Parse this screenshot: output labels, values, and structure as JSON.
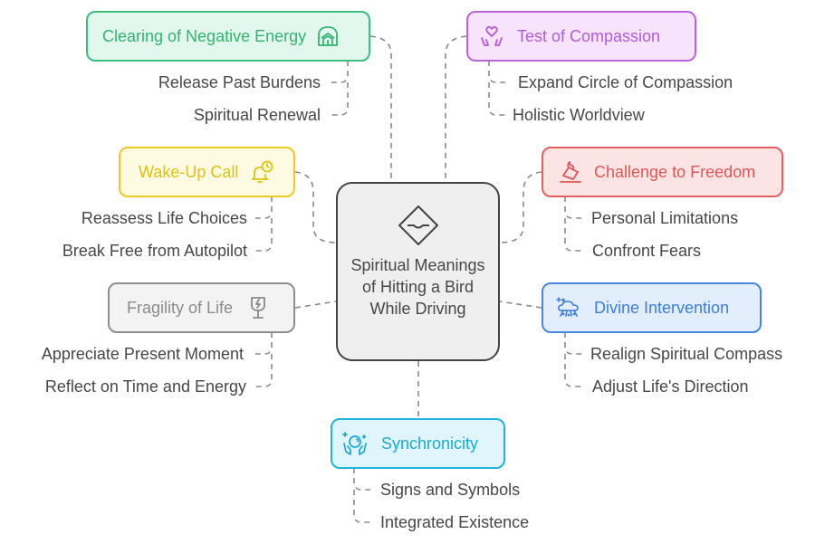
{
  "center": {
    "title": "Spiritual Meanings of Hitting a Bird While Driving",
    "icon": "road-sign-diamond-icon"
  },
  "branches": [
    {
      "id": "clearing",
      "label": "Clearing of Negative Energy",
      "icon": "shield-helmet-icon",
      "colors": {
        "border": "#3cbf7c",
        "fill": "#e2f8ee",
        "text": "#34b470"
      },
      "children": [
        "Release Past Burdens",
        "Spiritual Renewal"
      ]
    },
    {
      "id": "compassion",
      "label": "Test of Compassion",
      "icon": "heart-hands-icon",
      "colors": {
        "border": "#b865dc",
        "fill": "#f7e3fc",
        "text": "#b25bd8"
      },
      "children": [
        "Expand Circle of Compassion",
        "Holistic Worldview"
      ]
    },
    {
      "id": "wakeup",
      "label": "Wake-Up Call",
      "icon": "bell-clock-icon",
      "colors": {
        "border": "#e8cc1e",
        "fill": "#fefbe2",
        "text": "#e0c210"
      },
      "children": [
        "Reassess Life Choices",
        "Break Free from Autopilot"
      ]
    },
    {
      "id": "freedom",
      "label": "Challenge to Freedom",
      "icon": "burning-paper-icon",
      "colors": {
        "border": "#e26060",
        "fill": "#fde4e4",
        "text": "#df5656"
      },
      "children": [
        "Personal Limitations",
        "Confront Fears"
      ]
    },
    {
      "id": "fragility",
      "label": "Fragility of Life",
      "icon": "fragile-glass-icon",
      "colors": {
        "border": "#8f8f8f",
        "fill": "#f3f3f3",
        "text": "#8a8a8a"
      },
      "children": [
        "Appreciate Present Moment",
        "Reflect on Time and Energy"
      ]
    },
    {
      "id": "divine",
      "label": "Divine Intervention",
      "icon": "sparkle-cloud-rain-icon",
      "colors": {
        "border": "#4a86dd",
        "fill": "#e3eefc",
        "text": "#3f7ddb"
      },
      "children": [
        "Realign Spiritual Compass",
        "Adjust Life's Direction"
      ]
    },
    {
      "id": "synchronicity",
      "label": "Synchronicity",
      "icon": "crystal-ball-hands-icon",
      "colors": {
        "border": "#1fb4dc",
        "fill": "#e1f6fc",
        "text": "#1aaad4"
      },
      "children": [
        "Signs and Symbols",
        "Integrated Existence"
      ]
    }
  ]
}
